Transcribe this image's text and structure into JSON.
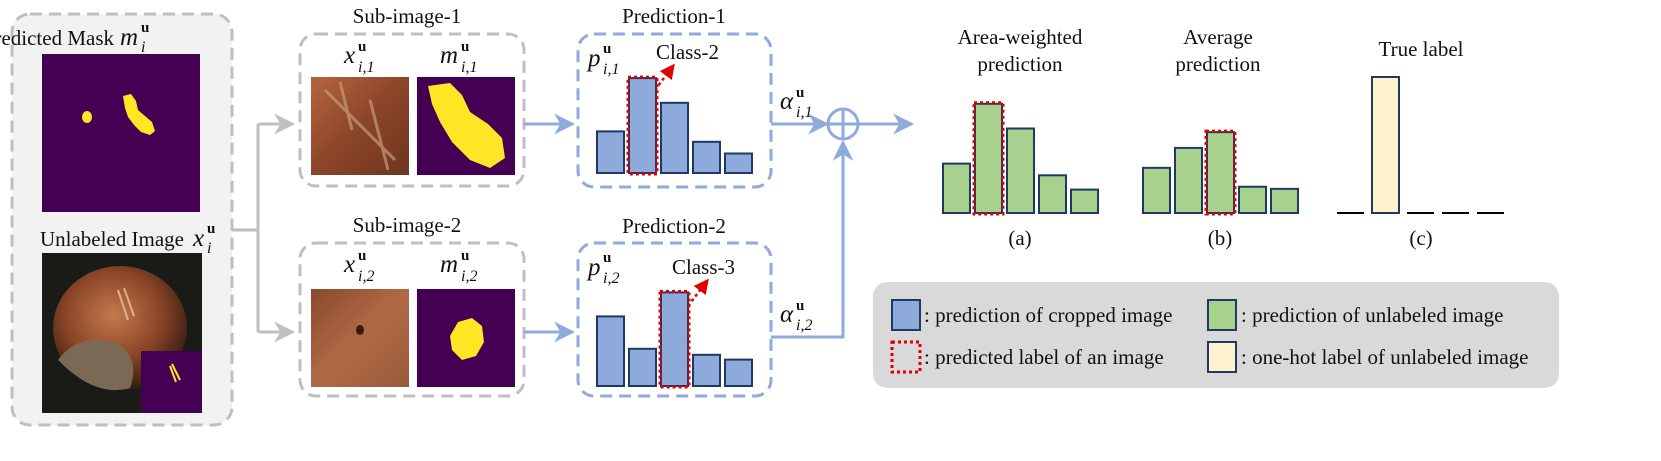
{
  "input_panel": {
    "mask_title_text": "Predicted Mask",
    "mask_title_math": "m",
    "mask_title_sub": "i",
    "mask_title_sup": "u",
    "image_title_text": "Unlabeled Image",
    "image_title_math": "x",
    "image_title_sub": "i",
    "image_title_sup": "u"
  },
  "sub_images": [
    {
      "title": "Sub-image-1",
      "x_math": "x",
      "x_sub": "i,1",
      "x_sup": "u",
      "m_math": "m",
      "m_sub": "i,1",
      "m_sup": "u"
    },
    {
      "title": "Sub-image-2",
      "x_math": "x",
      "x_sub": "i,2",
      "x_sup": "u",
      "m_math": "m",
      "m_sub": "i,2",
      "m_sup": "u"
    }
  ],
  "predictions": [
    {
      "title": "Prediction-1",
      "p_math": "p",
      "p_sub": "i,1",
      "p_sup": "u",
      "class_label": "Class-2",
      "alpha_math": "α",
      "alpha_sub": "i,1",
      "alpha_sup": "u",
      "bars": [
        0.32,
        0.73,
        0.54,
        0.24,
        0.15
      ],
      "highlight_index": 1
    },
    {
      "title": "Prediction-2",
      "p_math": "p",
      "p_sub": "i,2",
      "p_sup": "u",
      "class_label": "Class-3",
      "alpha_math": "α",
      "alpha_sub": "i,2",
      "alpha_sup": "u",
      "bars": [
        0.58,
        0.31,
        0.78,
        0.26,
        0.22
      ],
      "highlight_index": 2
    }
  ],
  "outputs": [
    {
      "title_lines": [
        "Area-weighted",
        "prediction"
      ],
      "caption": "(a)",
      "kind": "green",
      "bars": [
        0.38,
        0.84,
        0.65,
        0.29,
        0.18
      ],
      "highlight_index": 1
    },
    {
      "title_lines": [
        "Average",
        "prediction"
      ],
      "caption": "(b)",
      "kind": "green",
      "bars": [
        0.43,
        0.62,
        0.77,
        0.25,
        0.23
      ],
      "highlight_index": 2
    },
    {
      "title_lines": [
        "True label"
      ],
      "caption": "(c)",
      "kind": "onehot",
      "bars": [
        0,
        1,
        0,
        0,
        0
      ],
      "highlight_index": -1
    }
  ],
  "legend": {
    "items": [
      {
        "swatch": "blue",
        "text": ": prediction of cropped image"
      },
      {
        "swatch": "green",
        "text": ": prediction of unlabeled image"
      },
      {
        "swatch": "dotted-red",
        "text": ": predicted label of an image"
      },
      {
        "swatch": "cream",
        "text": ": one-hot label of unlabeled image"
      }
    ]
  },
  "colors": {
    "blue_fill": "#8eaadb",
    "green_fill": "#a9d18e",
    "cream_fill": "#fff2cc",
    "bar_stroke": "#1f3864",
    "highlight_red": "#e00000",
    "dashed_gray": "#bfbfbf",
    "dashed_blue": "#8faadc",
    "arrow_gray": "#bfbfbf",
    "arrow_blue": "#8faadc",
    "panel_gray": "#f2f2f2",
    "legend_gray": "#d9d9d9",
    "mask_purple": "#440154",
    "mask_yellow": "#fde725"
  }
}
